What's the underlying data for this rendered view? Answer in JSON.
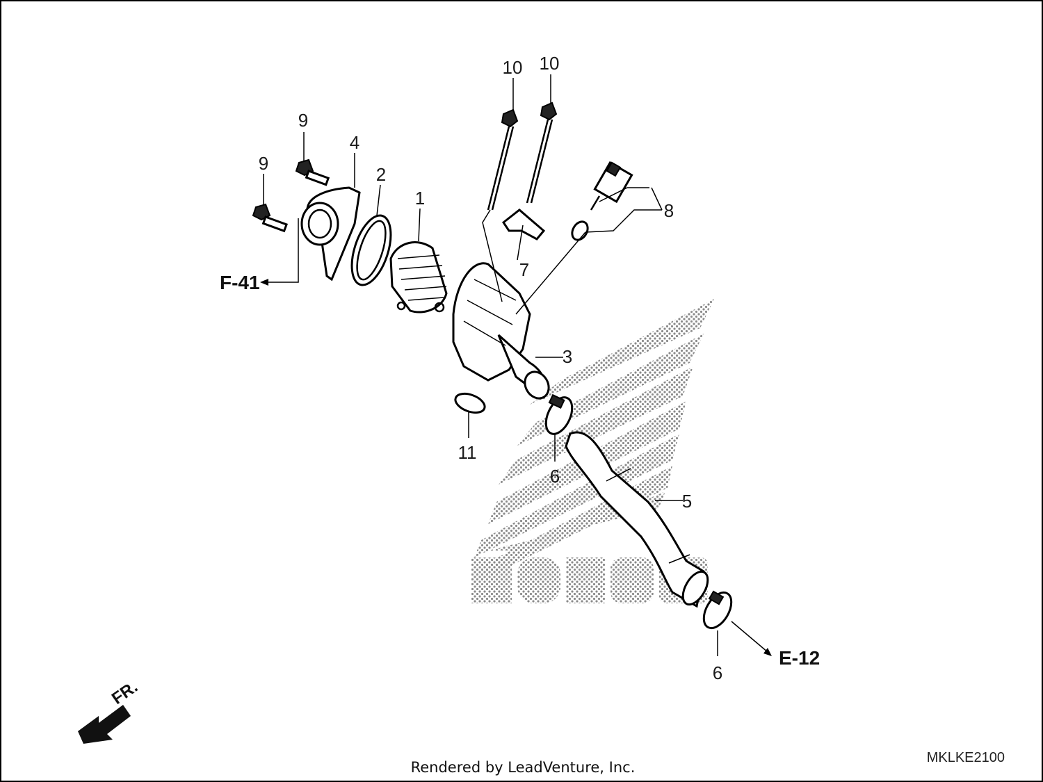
{
  "diagram": {
    "callouts": {
      "c1": "1",
      "c2": "2",
      "c3": "3",
      "c4": "4",
      "c5": "5",
      "c6a": "6",
      "c6b": "6",
      "c7": "7",
      "c8": "8",
      "c9a": "9",
      "c9b": "9",
      "c10a": "10",
      "c10b": "10",
      "c11": "11"
    },
    "references": {
      "left": "F-41",
      "right": "E-12"
    },
    "direction_label": "FR.",
    "diagram_code": "MKLKE2100",
    "watermark_icon": "honda-wing-logo-icon"
  },
  "footer": {
    "credit": "Rendered by LeadVenture, Inc."
  }
}
